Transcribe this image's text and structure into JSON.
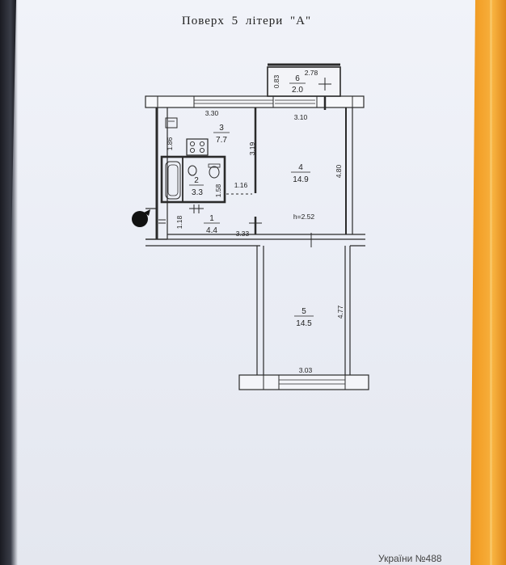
{
  "heading": "Поверх 5 літери \"А\"",
  "footer": "України №488",
  "rooms": [
    {
      "number": "1",
      "area": "4.4"
    },
    {
      "number": "2",
      "area": "3.3"
    },
    {
      "number": "3",
      "area": "7.7"
    },
    {
      "number": "4",
      "area": "14.9"
    },
    {
      "number": "5",
      "area": "14.5"
    },
    {
      "number": "6",
      "area": "2.0"
    }
  ],
  "dimensions": {
    "top_left": "3.30",
    "top_right": "3.10",
    "balcony_w": "2.78",
    "balcony_h": "0.83",
    "room3_h": "3.19",
    "room3_side": "1.86",
    "room4_h": "4.80",
    "bath_h": "1.58",
    "hall_w": "1.16",
    "hall_h": "1.18",
    "hall_len": "3.33",
    "ceiling": "h=2.52",
    "room5_h": "4.77",
    "room5_w": "3.03"
  }
}
